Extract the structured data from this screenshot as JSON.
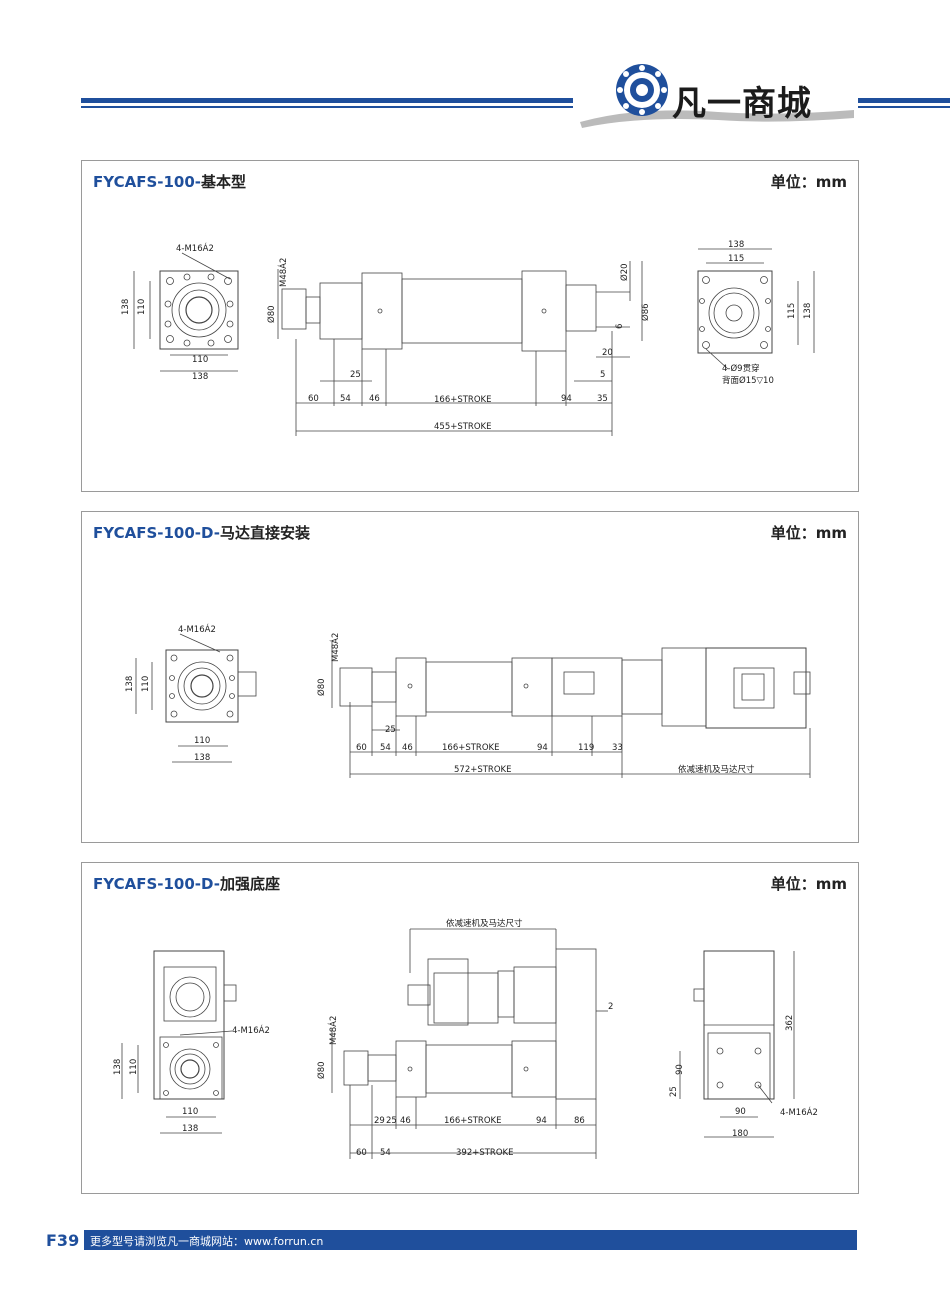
{
  "logo": {
    "text": "凡一商城"
  },
  "panels": [
    {
      "code": "FYCAFS-100-",
      "name": "基本型",
      "unit": "单位：mm",
      "labels": {
        "thread": "4-M16Á2",
        "w138a": "138",
        "w110a": "110",
        "w110b": "110",
        "w138b": "138",
        "m48": "M48Á2",
        "d80": "Ø80",
        "d25": "25",
        "d60": "60",
        "d54": "54",
        "d46": "46",
        "stroke166": "166+STROKE",
        "d94": "94",
        "d35": "35",
        "stroke455": "455+STROKE",
        "d20a": "Ø20",
        "d86": "Ø86",
        "d6": "6",
        "d20b": "20",
        "d5": "5",
        "r138": "138",
        "r115": "115",
        "rv115": "115",
        "rv138": "138",
        "hole1": "4-Ø9贯穿",
        "hole2": "背面Ø15▽10"
      }
    },
    {
      "code": "FYCAFS-100-D-",
      "name": "马达直接安装",
      "unit": "单位：mm",
      "labels": {
        "thread": "4-M16Á2",
        "w138a": "138",
        "w110a": "110",
        "w110b": "110",
        "w138b": "138",
        "m48": "M48Á2",
        "d80": "Ø80",
        "d25": "25",
        "d60": "60",
        "d54": "54",
        "d46": "46",
        "stroke166": "166+STROKE",
        "d94": "94",
        "d119": "119",
        "d33": "33",
        "stroke572": "572+STROKE",
        "motor": "依减速机及马达尺寸"
      }
    },
    {
      "code": "FYCAFS-100-D-",
      "name": "加强底座",
      "unit": "单位：mm",
      "labels": {
        "thread": "4-M16Á2",
        "w138a": "138",
        "w110a": "110",
        "w110b": "110",
        "w138b": "138",
        "motor": "依减速机及马达尺寸",
        "d2": "2",
        "m48": "M48Á2",
        "d80": "Ø80",
        "d29": "29",
        "d25": "25",
        "d46": "46",
        "stroke166": "166+STROKE",
        "d94": "94",
        "d86": "86",
        "d60": "60",
        "d54": "54",
        "stroke392": "392+STROKE",
        "v362": "362",
        "v90": "90",
        "v25": "25",
        "h90": "90",
        "h180": "180",
        "thread2": "4-M16Á2"
      }
    }
  ],
  "footer": {
    "page": "F39",
    "text": "更多型号请浏览凡一商城网站：www.forrun.cn"
  },
  "colors": {
    "brand": "#1f4f9c",
    "line": "#444444"
  }
}
